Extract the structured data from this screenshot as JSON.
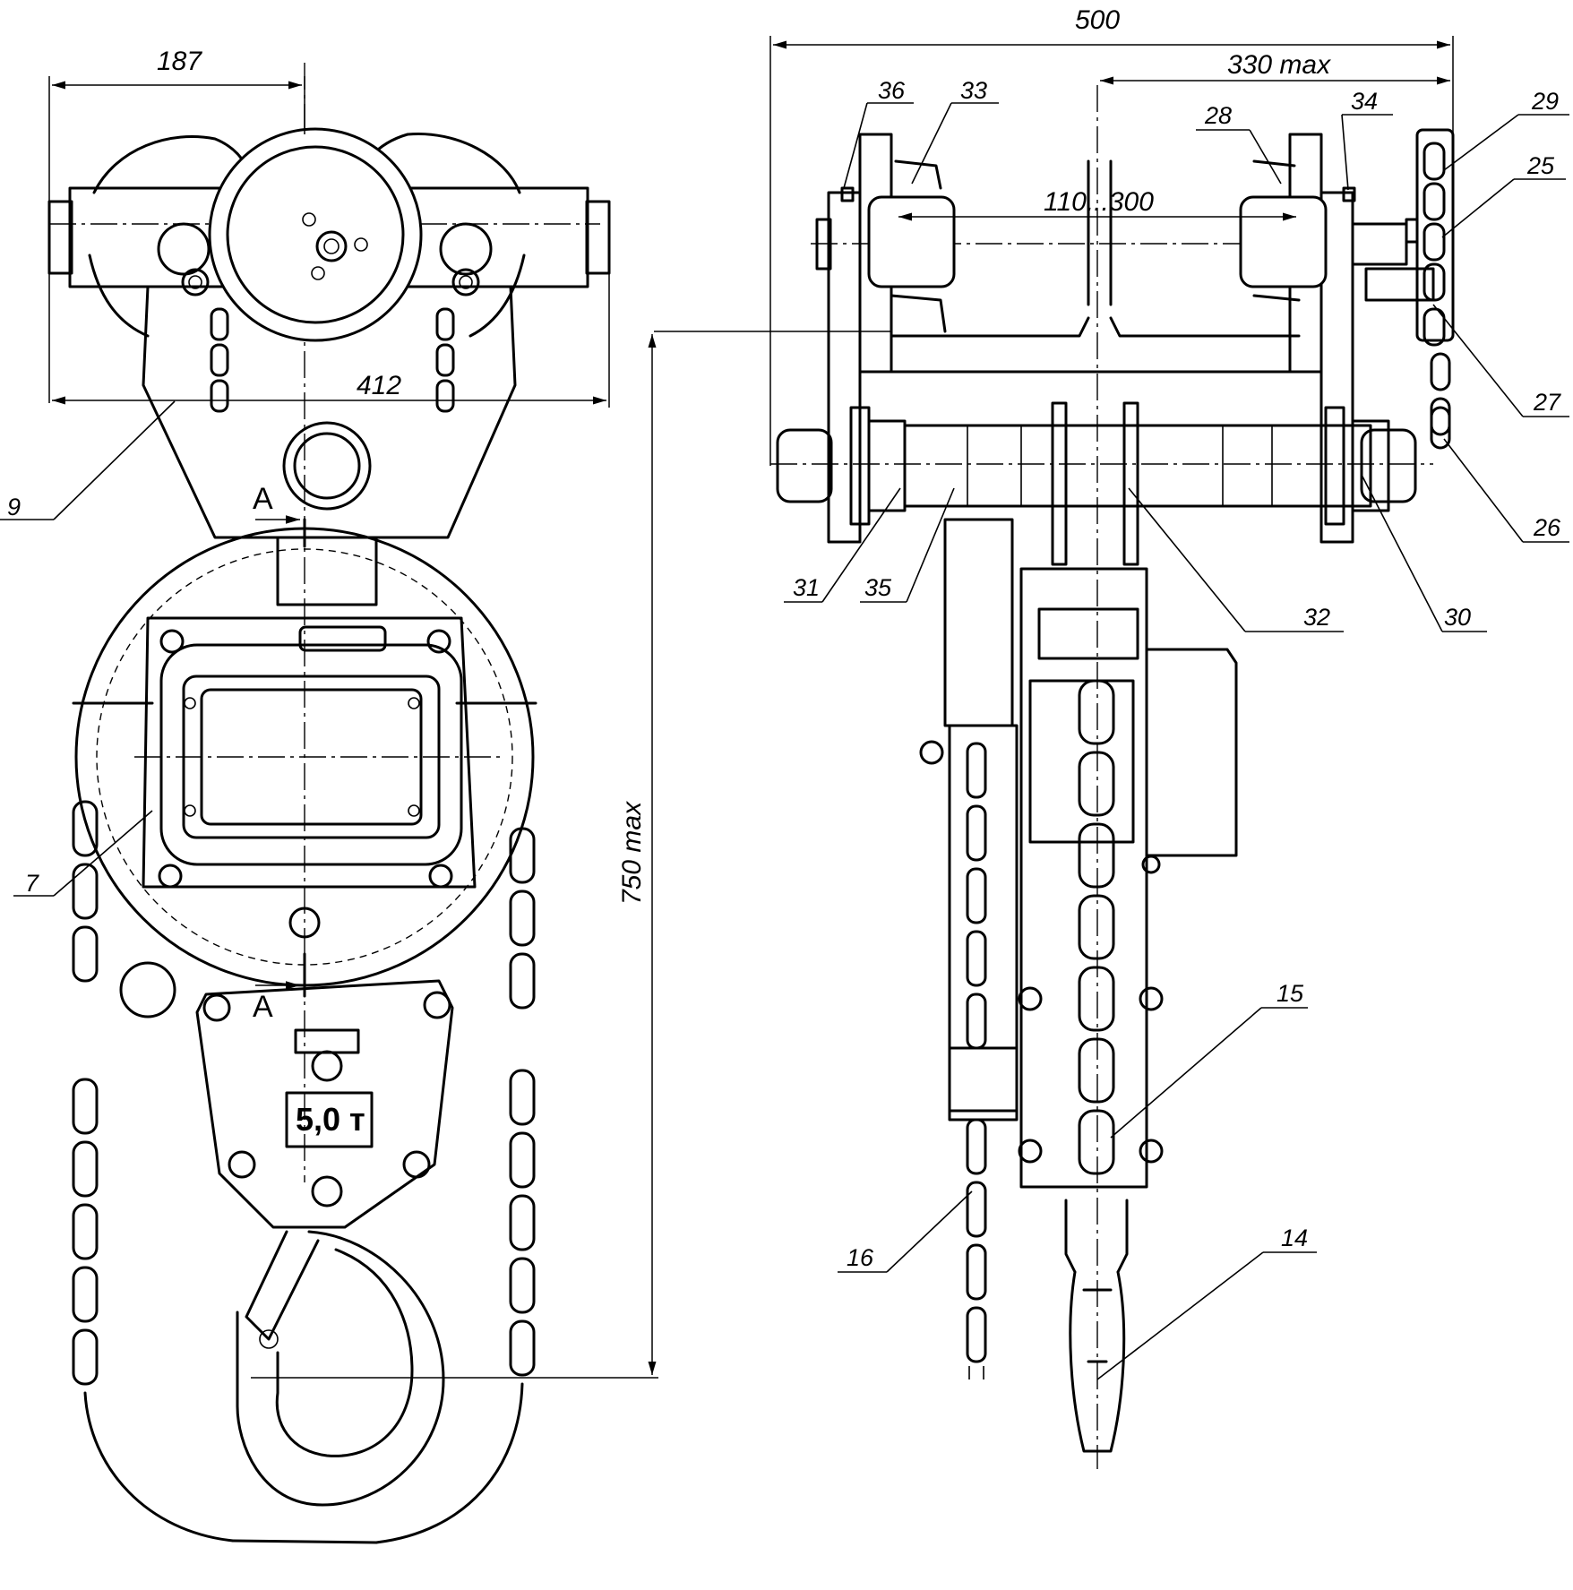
{
  "dimensions": {
    "left_top_width": "187",
    "left_overall_width": "412",
    "right_overall_width": "500",
    "right_max_width": "330 max",
    "beam_range": "110...300",
    "height_max": "750 max"
  },
  "section_marks": {
    "top": "A",
    "bottom": "A"
  },
  "load_plate": "5,0 т",
  "callouts": {
    "c9": "9",
    "c7": "7",
    "c36": "36",
    "c33": "33",
    "c28": "28",
    "c34": "34",
    "c29": "29",
    "c25": "25",
    "c27": "27",
    "c26": "26",
    "c31": "31",
    "c35": "35",
    "c32": "32",
    "c30": "30",
    "c15": "15",
    "c16": "16",
    "c14": "14"
  }
}
